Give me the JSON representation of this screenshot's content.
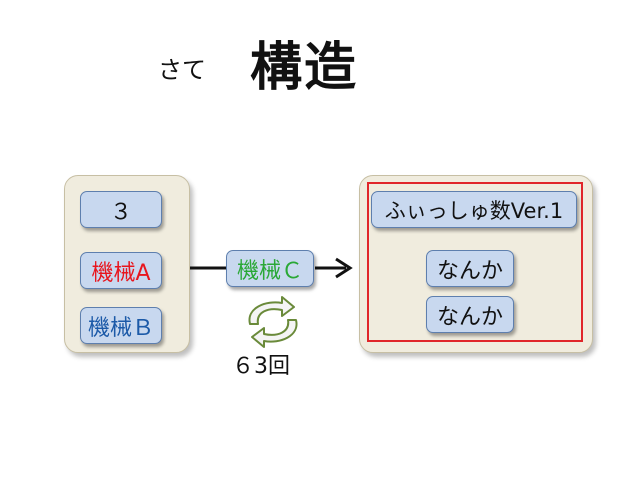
{
  "slide": {
    "title_prefix": "さて",
    "title_main": "構造"
  },
  "left_panel": {
    "items": [
      {
        "label": "３",
        "color": "#111111"
      },
      {
        "label": "機械A",
        "color": "#e8161e"
      },
      {
        "label": "機械Ｂ",
        "color": "#1c5aa8"
      }
    ]
  },
  "middle": {
    "machine_label": "機械Ｃ",
    "machine_color": "#2aa836",
    "loop_label": "６3回"
  },
  "right_panel": {
    "header": "ふぃっしゅ数Ver.1",
    "items": [
      {
        "label": "なんか"
      },
      {
        "label": "なんか"
      }
    ],
    "frame_color": "#e0262a"
  }
}
